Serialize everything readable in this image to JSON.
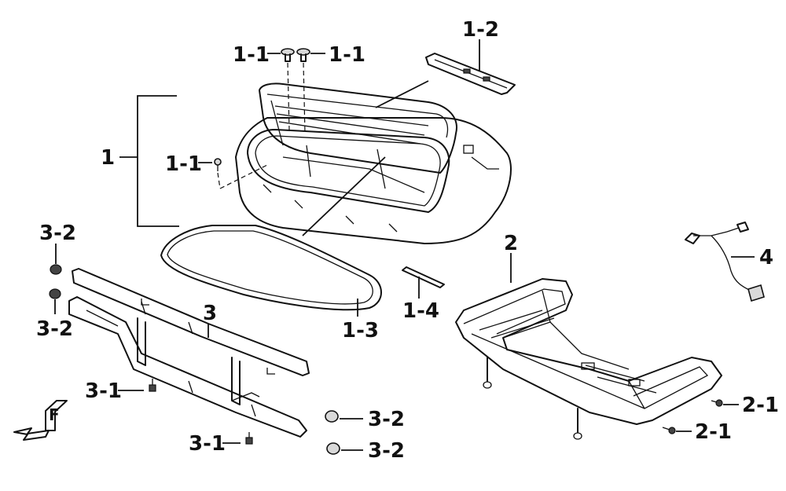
{
  "labels": {
    "p1": "1",
    "p1_1_top_left": "1-1",
    "p1_1_top_right": "1-1",
    "p1_1_side": "1-1",
    "p1_2": "1-2",
    "p1_3": "1-3",
    "p1_4": "1-4",
    "p2": "2",
    "p2_1_upper": "2-1",
    "p2_1_lower": "2-1",
    "p3": "3",
    "p3_1_upper": "3-1",
    "p3_1_lower": "3-1",
    "p3_2_top": "3-2",
    "p3_2_mid": "3-2",
    "p3_2_right_upper": "3-2",
    "p3_2_right_lower": "3-2",
    "p4": "4"
  },
  "direction_mark": "F",
  "colors": {
    "line": "#111111",
    "background": "#ffffff"
  }
}
